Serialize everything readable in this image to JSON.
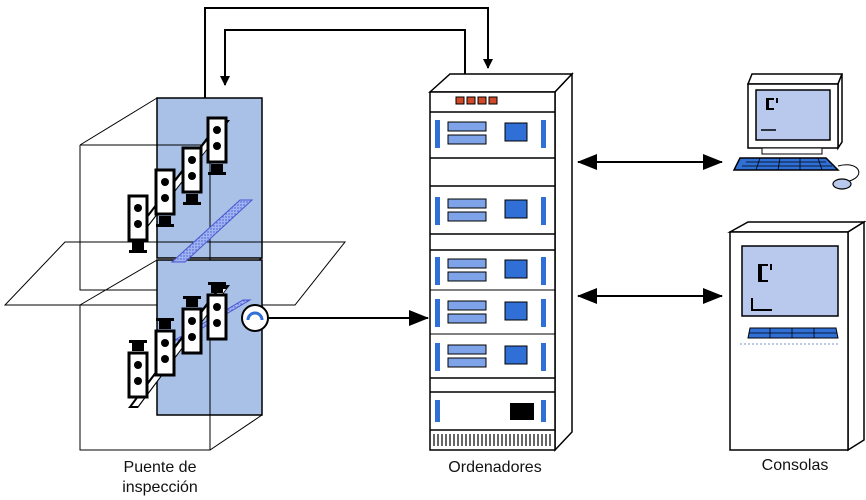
{
  "labels": {
    "bridge_line1": "Puente de",
    "bridge_line2": "inspección",
    "computers": "Ordenadores",
    "consoles": "Consolas"
  },
  "colors": {
    "panel_blue": "#a9c1e6",
    "screen_blue": "#2f6fd6",
    "sheet_purple": "#7b7fe0",
    "line": "#000000"
  }
}
